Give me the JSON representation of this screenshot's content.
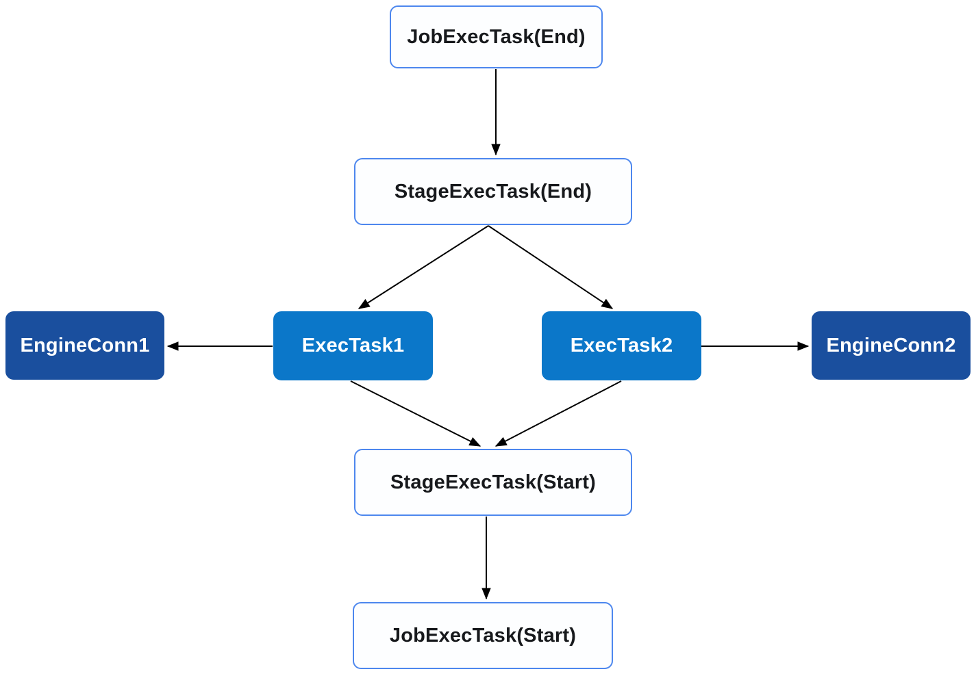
{
  "diagram": {
    "nodes": [
      {
        "id": "job-exec-task-end",
        "label": "JobExecTask(End)",
        "style": "light"
      },
      {
        "id": "stage-exec-task-end",
        "label": "StageExecTask(End)",
        "style": "light"
      },
      {
        "id": "engine-conn-1",
        "label": "EngineConn1",
        "style": "dark"
      },
      {
        "id": "exec-task-1",
        "label": "ExecTask1",
        "style": "primary"
      },
      {
        "id": "exec-task-2",
        "label": "ExecTask2",
        "style": "primary"
      },
      {
        "id": "engine-conn-2",
        "label": "EngineConn2",
        "style": "dark"
      },
      {
        "id": "stage-exec-task-start",
        "label": "StageExecTask(Start)",
        "style": "light"
      },
      {
        "id": "job-exec-task-start",
        "label": "JobExecTask(Start)",
        "style": "light"
      }
    ],
    "edges": [
      {
        "from": "job-exec-task-end",
        "to": "stage-exec-task-end"
      },
      {
        "from": "stage-exec-task-end",
        "to": "exec-task-1"
      },
      {
        "from": "stage-exec-task-end",
        "to": "exec-task-2"
      },
      {
        "from": "exec-task-1",
        "to": "engine-conn-1"
      },
      {
        "from": "exec-task-2",
        "to": "engine-conn-2"
      },
      {
        "from": "exec-task-1",
        "to": "stage-exec-task-start"
      },
      {
        "from": "exec-task-2",
        "to": "stage-exec-task-start"
      },
      {
        "from": "stage-exec-task-start",
        "to": "job-exec-task-start"
      }
    ],
    "colors": {
      "background": "#ffffff",
      "light_node_fill": "#fdfeff",
      "light_node_border": "#4d87ee",
      "light_node_text": "#17191c",
      "exec_task_fill": "#0b77c9",
      "engine_conn_fill": "#1a4f9e",
      "blue_node_text": "#ffffff",
      "edge_stroke": "#000000"
    }
  }
}
